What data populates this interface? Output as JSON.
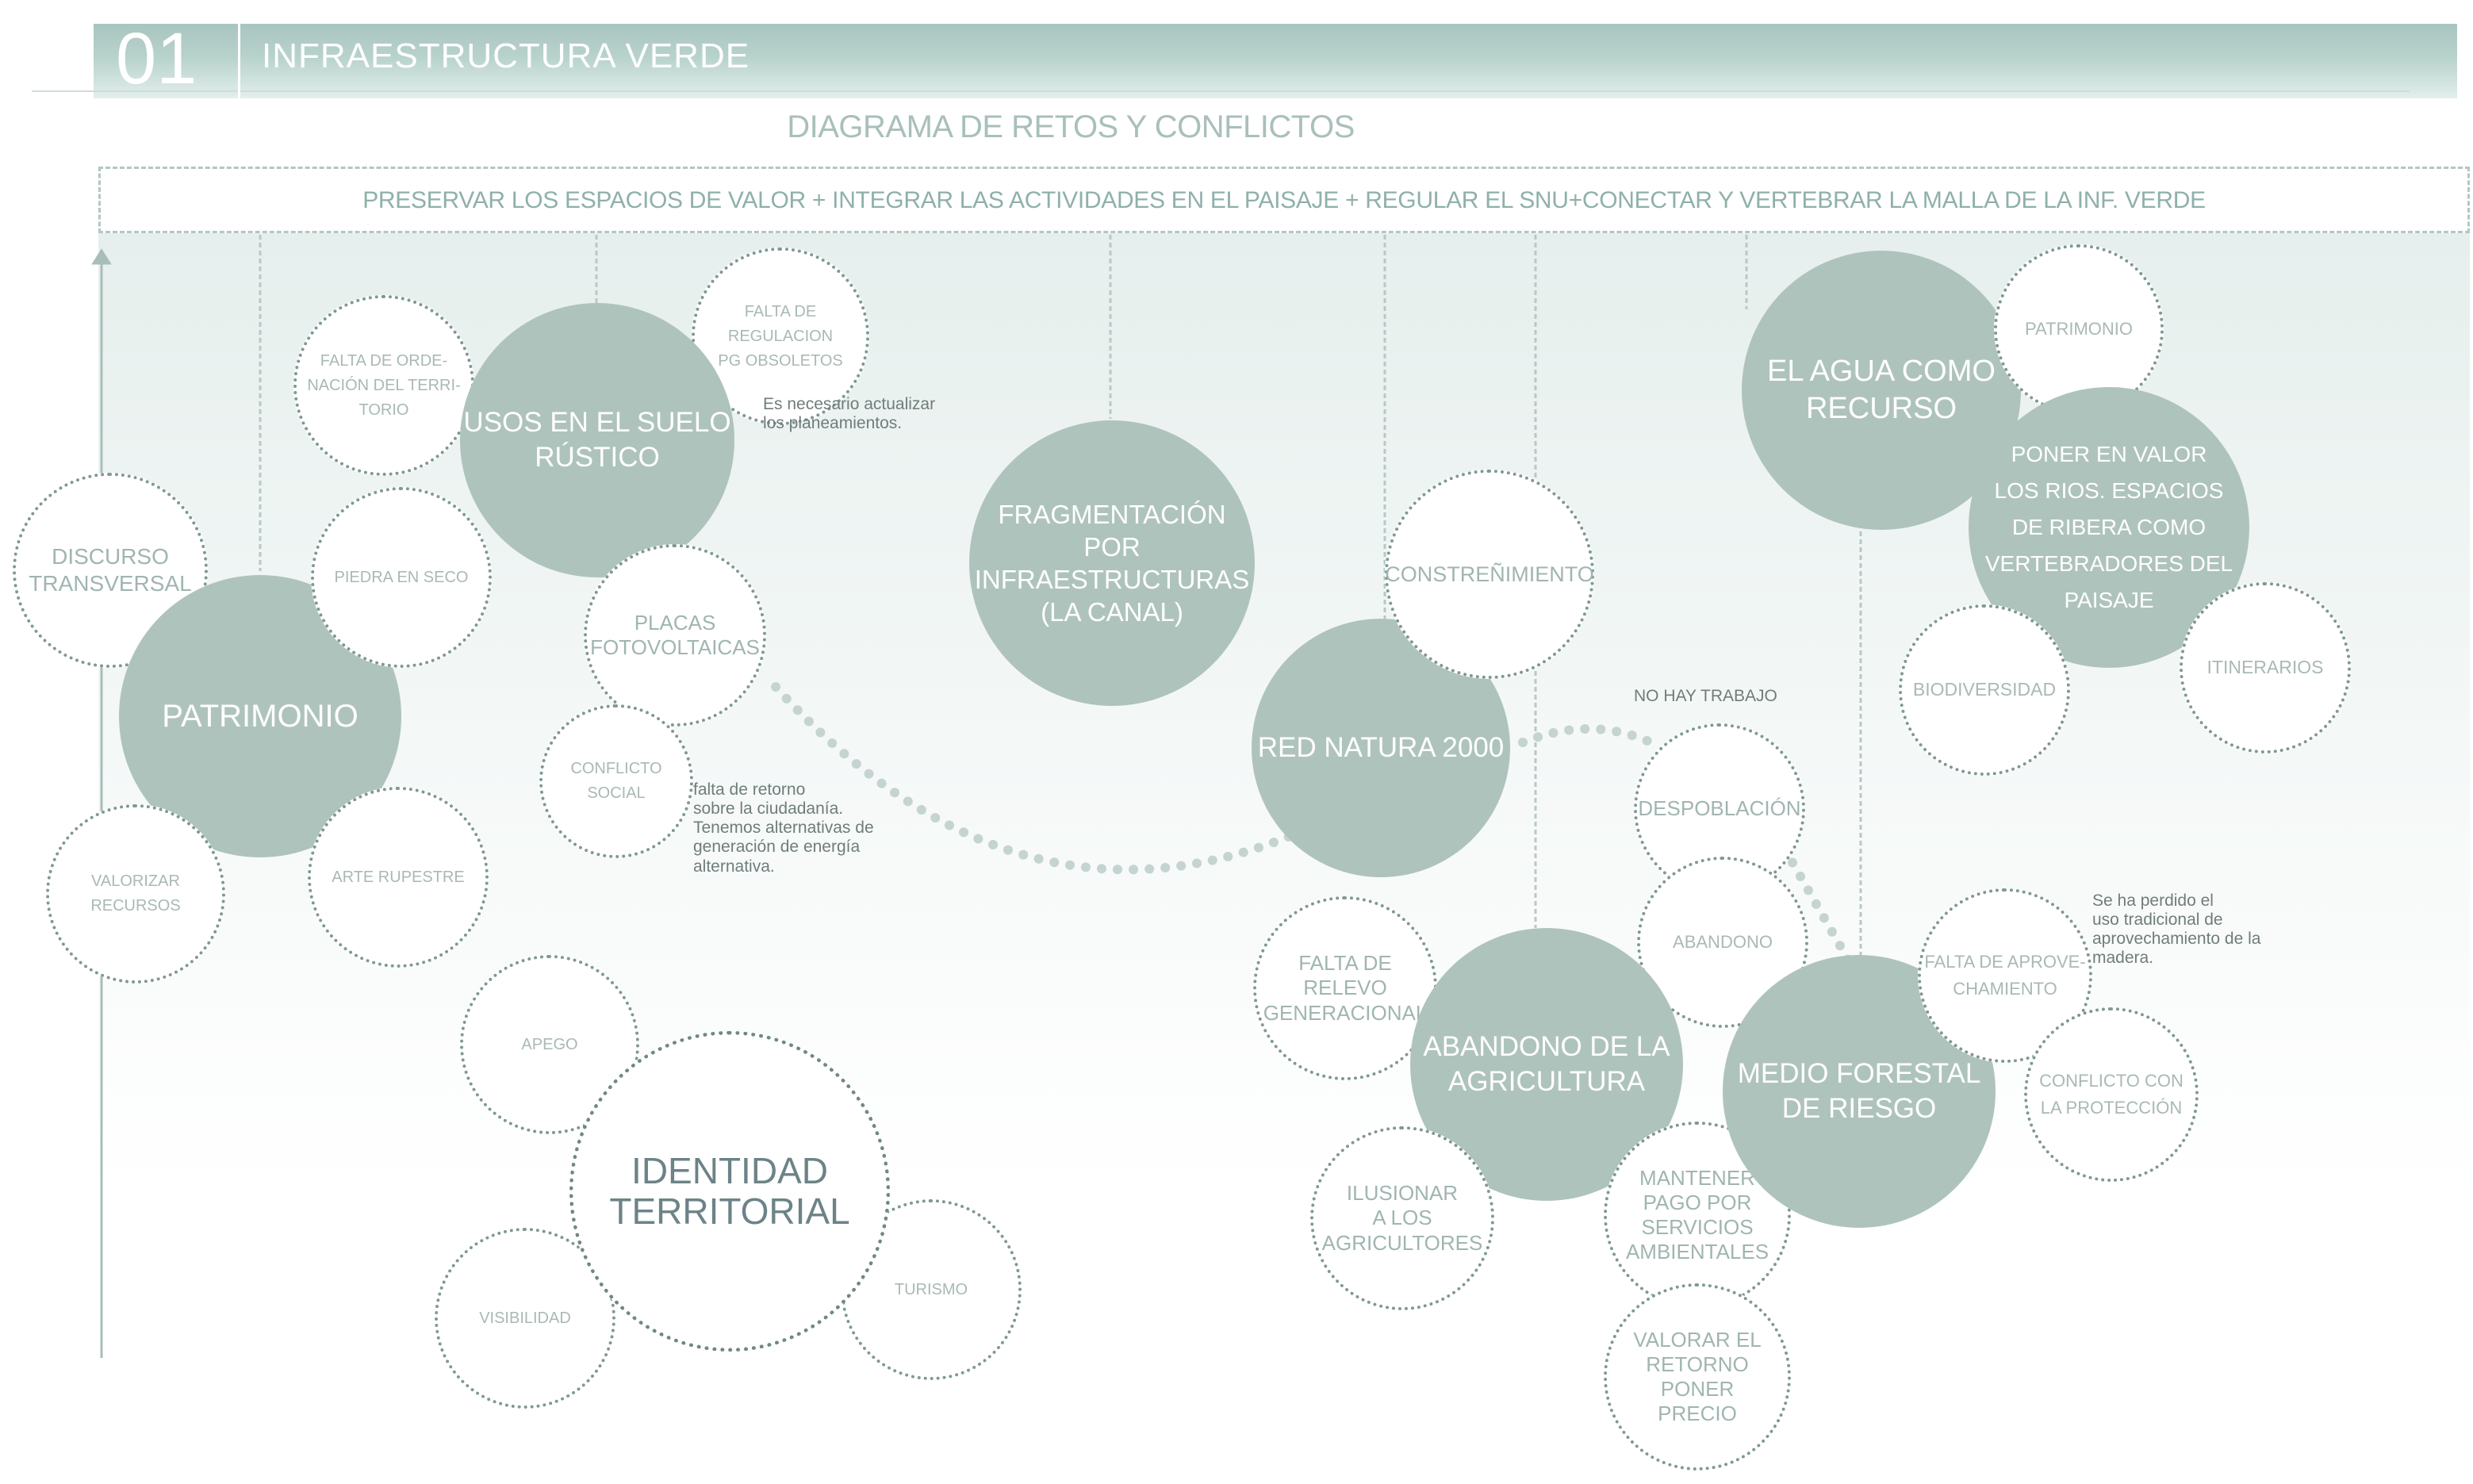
{
  "header": {
    "number": "01",
    "title": "INFRAESTRUCTURA VERDE"
  },
  "diagram": {
    "subtitle": "DIAGRAMA DE RETOS Y CONFLICTOS",
    "goals": "PRESERVAR LOS ESPACIOS DE VALOR +   INTEGRAR LAS ACTIVIDADES EN EL PAISAJE  + REGULAR EL SNU+CONECTAR Y VERTEBRAR LA MALLA DE LA INF. VERDE"
  },
  "colors": {
    "banner": "#a9c5bf",
    "bubble_fill": "#afc3bd",
    "dotted_border": "#7f9894",
    "connector": "#b7c9c5"
  },
  "bubbles": {
    "discurso_transversal": "DISCURSO\nTRANSVERSAL",
    "patrimonio": "PATRIMONIO",
    "valorizar_recursos": "VALORIZAR\nRECURSOS",
    "falta_ordenacion": "FALTA DE ORDE-\nNACIÓN DEL TERRI-\nTORIO",
    "piedra_en_seco": "PIEDRA EN SECO",
    "arte_rupestre": "ARTE RUPESTRE",
    "usos_suelo": "USOS EN EL SUELO\nRÚSTICO",
    "falta_regulacion": "FALTA DE\nREGULACION\nPG OBSOLETOS",
    "placas": "PLACAS\nFOTOVOLTAICAS",
    "conflicto_social": "CONFLICTO\nSOCIAL",
    "fragmentacion": "FRAGMENTACIÓN POR\nINFRAESTRUCTURAS\n(LA CANAL)",
    "constrenimiento": "CONSTREÑIMIENTO",
    "red_natura": "RED NATURA 2000",
    "agua": "EL AGUA COMO\nRECURSO",
    "patrimonio_small": "PATRIMONIO",
    "poner_valor": "PONER EN VALOR\nLOS RIOS. ESPACIOS\nDE RIBERA COMO\nVERTEBRADORES DEL\nPAISAJE",
    "biodiversidad": "BIODIVERSIDAD",
    "itinerarios": "ITINERARIOS",
    "despoblacion": "DESPOBLACIÓN",
    "abandono_small": "ABANDONO",
    "falta_relevo": "FALTA DE\nRELEVO\nGENERACIONAL",
    "abandono_agricultura": "ABANDONO DE LA\nAGRICULTURA",
    "ilusionar": "ILUSIONAR\nA LOS\nAGRICULTORES",
    "mantener_pago": "MANTENER\nPAGO POR\nSERVICIOS\nAMBIENTALES",
    "valorar_retorno": "VALORAR EL\nRETORNO PONER\nPRECIO",
    "medio_forestal": "MEDIO FORESTAL\nDE RIESGO",
    "falta_aprovechamiento": "FALTA DE APROVE-\nCHAMIENTO",
    "conflicto_proteccion": "CONFLICTO CON\nLA PROTECCIÓN",
    "apego": "APEGO",
    "identidad": "IDENTIDAD\nTERRITORIAL",
    "visibilidad": "VISIBILIDAD",
    "turismo": "TURISMO"
  },
  "notes": {
    "planeamientos": "Es necesario actualizar\nlos planeamientos.",
    "retorno": "falta de retorno\nsobre la ciudadanía.\nTenemos alternativas de\ngeneración de energía\nalternativa.",
    "no_hay_trabajo": "NO HAY TRABAJO",
    "madera": "Se ha perdido el\nuso tradicional de\naprovechamiento de la\nmadera."
  }
}
